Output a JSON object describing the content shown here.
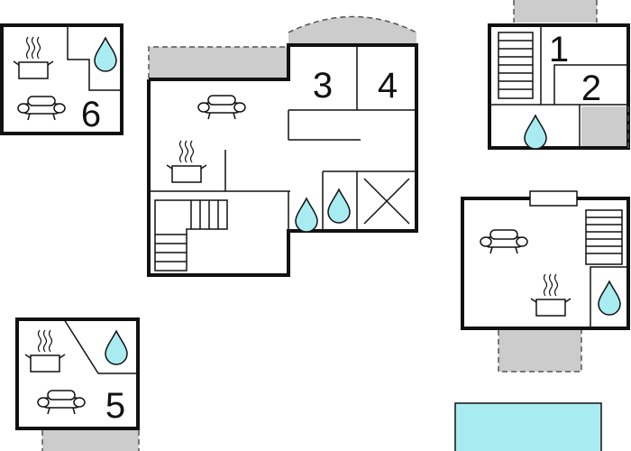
{
  "rooms": {
    "one": "1",
    "two": "2",
    "three": "3",
    "four": "4",
    "five": "5",
    "six": "6"
  },
  "colors": {
    "wall": "#111111",
    "terrace": "#cccccc",
    "water_drop": "#a8ecf2",
    "pool": "#a8ecf2",
    "background": "#ffffff"
  },
  "icons": [
    "sofa-icon",
    "stove-icon",
    "water-drop-icon",
    "stairs-icon",
    "x-box-icon",
    "window-icon"
  ]
}
